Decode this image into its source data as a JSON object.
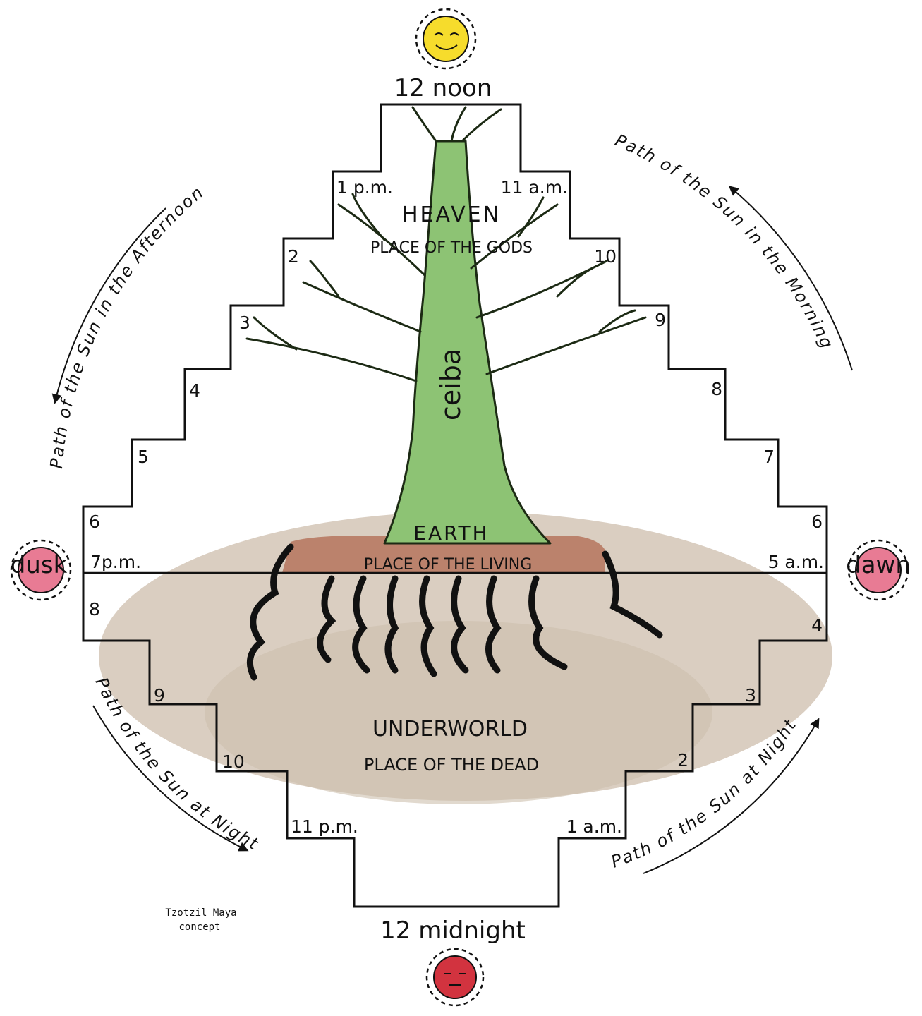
{
  "poles": {
    "noon": "12 noon",
    "midnight": "12 midnight",
    "dusk": "dusk",
    "dawn": "dawn"
  },
  "realms": {
    "heaven": "HEAVEN",
    "heaven_sub": "PLACE OF THE GODS",
    "tree": "ceiba",
    "earth": "EARTH",
    "earth_sub": "PLACE OF THE LIVING",
    "underworld": "UNDERWORLD",
    "underworld_sub": "PLACE OF THE DEAD"
  },
  "day_hours_left": [
    "1 p.m.",
    "2",
    "3",
    "4",
    "5",
    "6",
    "7p.m."
  ],
  "day_hours_right": [
    "11 a.m.",
    "10",
    "9",
    "8",
    "7",
    "6",
    "5 a.m."
  ],
  "night_hours_left": [
    "8",
    "9",
    "10",
    "11 p.m."
  ],
  "night_hours_right": [
    "4",
    "3",
    "2",
    "1 a.m."
  ],
  "paths": {
    "afternoon": "Path of the Sun in the Afternoon",
    "morning": "Path of the Sun in the Morning",
    "night_left": "Path of the Sun at Night",
    "night_right": "Path of the Sun at Night"
  },
  "credit": {
    "line1": "Tzotzil Maya",
    "line2": "concept"
  },
  "colors": {
    "sun_noon": "#f6dc2c",
    "sun_dusk_dawn": "#e87b94",
    "sun_midnight": "#d2333f",
    "tree": "#8dc374",
    "earth_band": "#b77a63",
    "underworld": "#d3c6b6"
  }
}
